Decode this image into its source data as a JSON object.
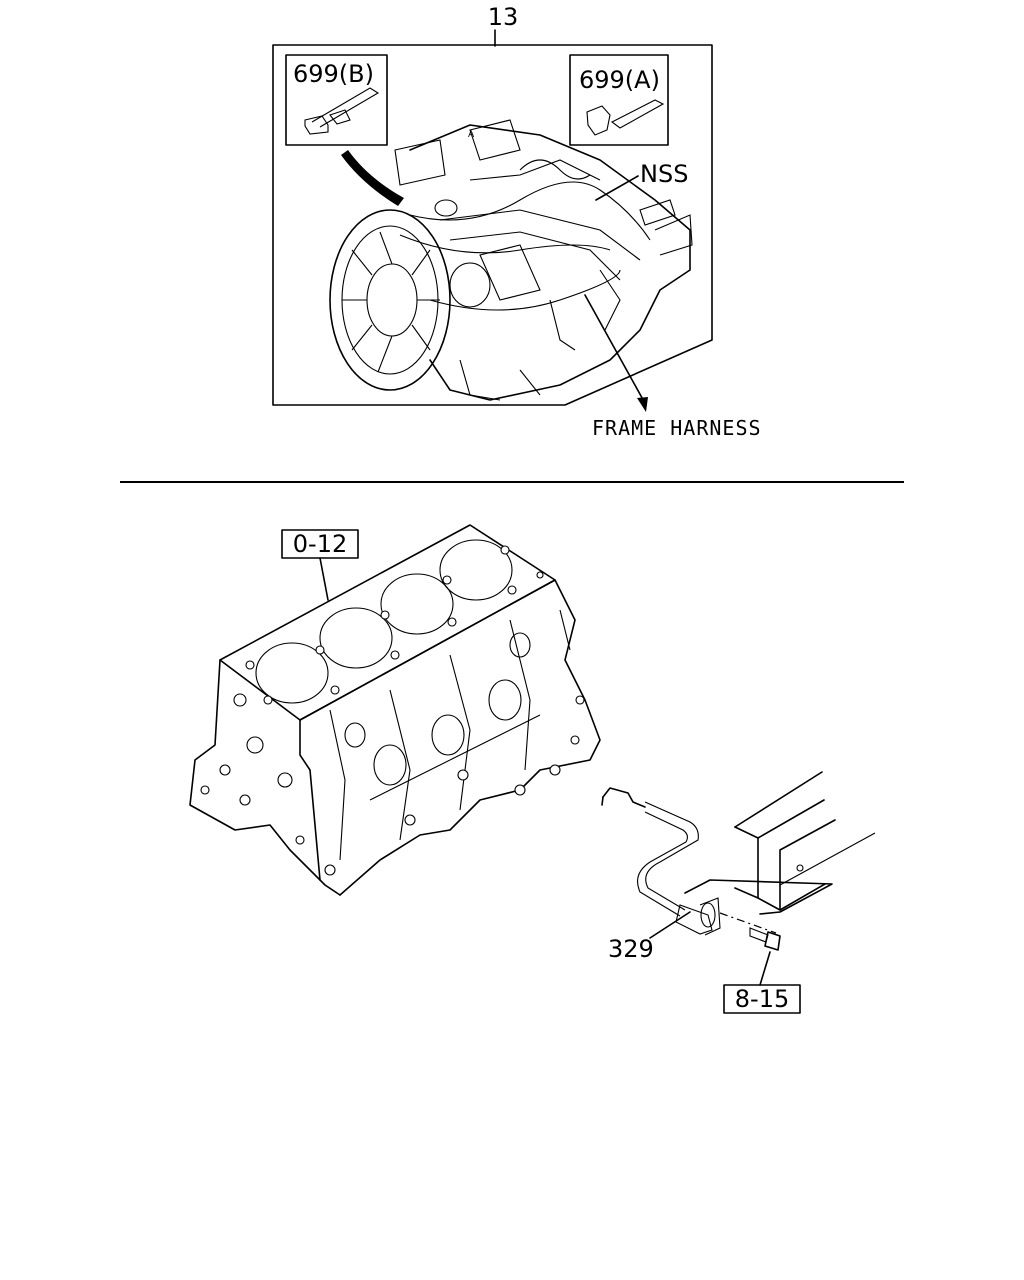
{
  "labels": {
    "top_assembly": "13",
    "connector_b": "699(B)",
    "connector_a": "699(A)",
    "nss": "NSS",
    "frame_harness": "FRAME HARNESS",
    "cylinder_block": "0-12",
    "ground_cable": "329",
    "bolt_ref": "8-15",
    "small_mark": "A"
  }
}
